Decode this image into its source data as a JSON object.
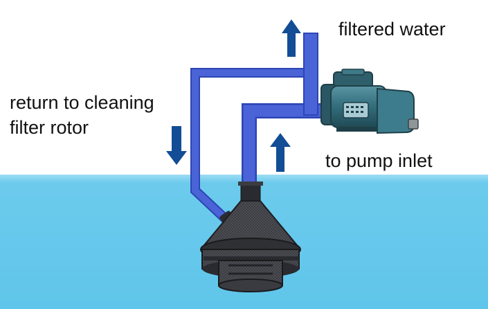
{
  "labels": {
    "filtered_water": "filtered water",
    "return_line_1": "return to cleaning",
    "return_line_2": "filter rotor",
    "pump_inlet": "to pump inlet"
  },
  "colors": {
    "water": "#63c8ec",
    "water_surface": "#9ddcf3",
    "pipe": "#4a64d8",
    "pipe_edge": "#2c45b4",
    "arrow": "#124d96",
    "pump_body": "#35707f",
    "pump_dark": "#1f3f48",
    "filter_body": "#2f2f33",
    "filter_mesh": "#55575d"
  }
}
